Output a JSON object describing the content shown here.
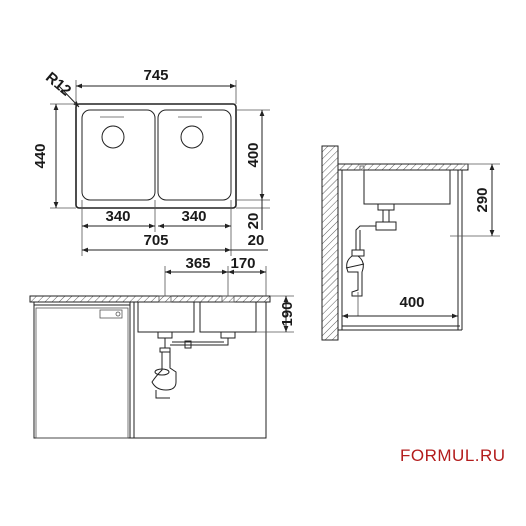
{
  "dimensions": {
    "radius": "R12",
    "overall_width": "745",
    "overall_height": "440",
    "bowl_height": "400",
    "bowl_width_left": "340",
    "bowl_width_right": "340",
    "bowl_bottom_gap": "20",
    "inner_width": "705",
    "edge_offset": "20",
    "drain_offset": "365",
    "drain_offset_right": "170",
    "cabinet_depth": "190",
    "side_depth": "290",
    "side_offset": "400"
  },
  "watermark": "FORMUL.RU",
  "colors": {
    "line": "#222222",
    "watermark": "#b31c1c"
  }
}
